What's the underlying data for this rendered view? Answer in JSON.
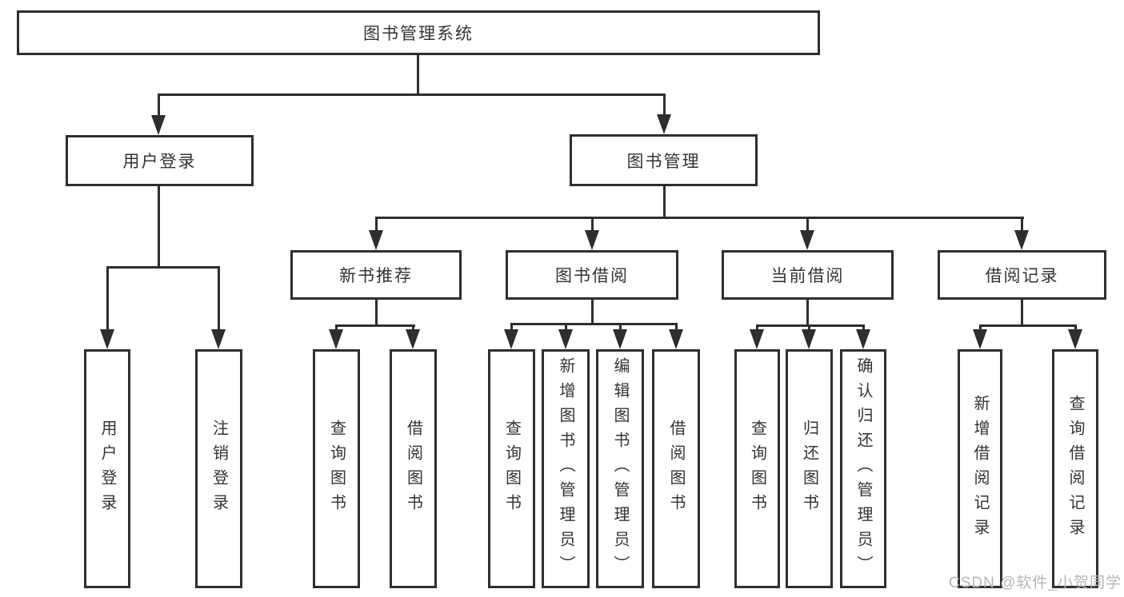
{
  "diagram": {
    "title": "图书管理系统",
    "root": {
      "label": "图书管理系统"
    },
    "branches": [
      {
        "label": "用户登录",
        "children": [
          {
            "label": "用户登录"
          },
          {
            "label": "注销登录"
          }
        ]
      },
      {
        "label": "图书管理",
        "sections": [
          {
            "label": "新书推荐",
            "children": [
              {
                "label": "查询图书"
              },
              {
                "label": "借阅图书"
              }
            ]
          },
          {
            "label": "图书借阅",
            "children": [
              {
                "label": "查询图书"
              },
              {
                "label": "新增图书（管理员）"
              },
              {
                "label": "编辑图书（管理员）"
              },
              {
                "label": "借阅图书"
              }
            ]
          },
          {
            "label": "当前借阅",
            "children": [
              {
                "label": "查询图书"
              },
              {
                "label": "归还图书"
              },
              {
                "label": "确认归还（管理员）"
              }
            ]
          },
          {
            "label": "借阅记录",
            "children": [
              {
                "label": "新增借阅记录"
              },
              {
                "label": "查询借阅记录"
              }
            ]
          }
        ]
      }
    ]
  },
  "watermark": {
    "text": "CSDN @软件_小贺同学"
  },
  "colors": {
    "line": "#2e2e2e",
    "text": "#333333",
    "watermark": "#b2b6ba",
    "background": "#ffffff"
  }
}
